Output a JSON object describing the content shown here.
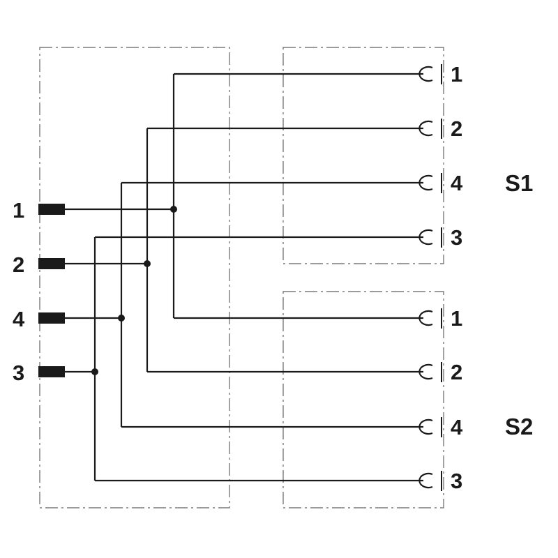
{
  "colors": {
    "line": "#1a1a1a",
    "border": "#7a7a7a",
    "background": "#ffffff"
  },
  "plug": {
    "pins": [
      {
        "label": "1",
        "line_label": "1"
      },
      {
        "label": "2",
        "line_label": "2"
      },
      {
        "label": "4",
        "line_label": "4"
      },
      {
        "label": "3",
        "line_label": "3"
      }
    ]
  },
  "sockets": [
    {
      "label": "S1",
      "contacts": [
        "1",
        "2",
        "4",
        "3"
      ]
    },
    {
      "label": "S2",
      "contacts": [
        "1",
        "2",
        "4",
        "3"
      ]
    }
  ]
}
